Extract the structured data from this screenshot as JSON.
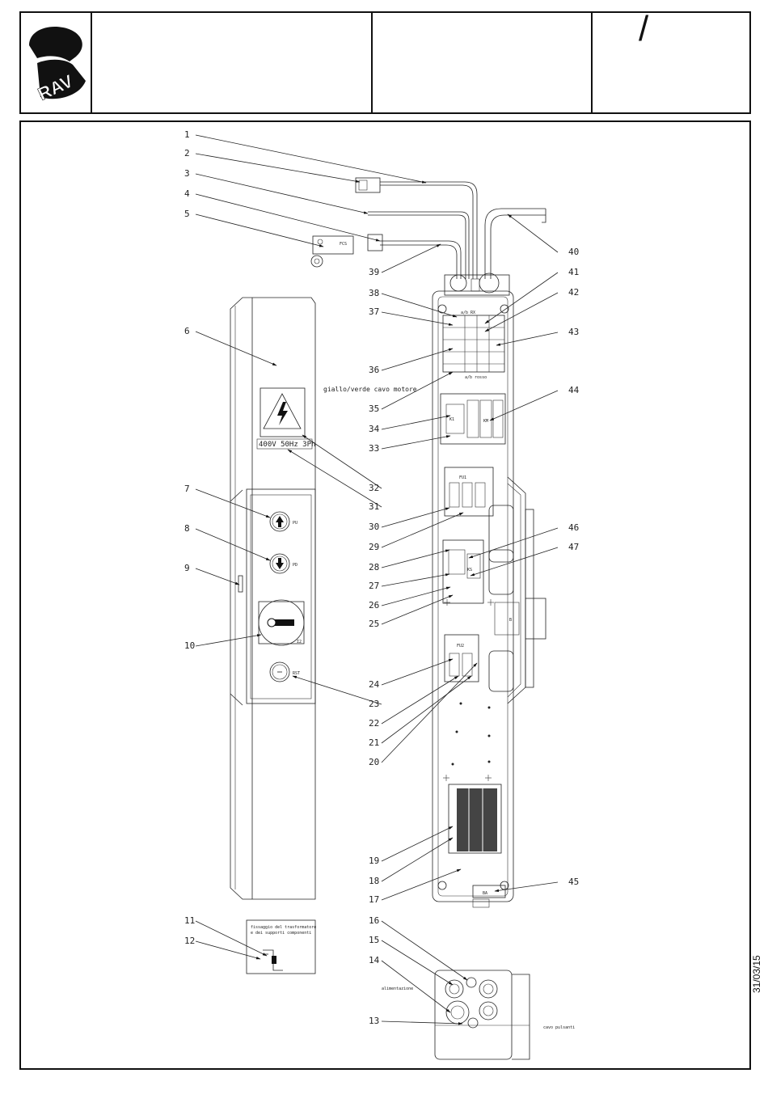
{
  "title_block": {
    "logo_text": "RAV",
    "revision_mark": "/"
  },
  "date": "31/03/15",
  "callouts": [
    "1",
    "2",
    "3",
    "4",
    "5",
    "6",
    "7",
    "8",
    "9",
    "10",
    "11",
    "12",
    "13",
    "14",
    "15",
    "16",
    "17",
    "18",
    "19",
    "20",
    "21",
    "22",
    "23",
    "24",
    "25",
    "26",
    "27",
    "28",
    "29",
    "30",
    "31",
    "32",
    "33",
    "34",
    "35",
    "36",
    "37",
    "38",
    "39",
    "40",
    "41",
    "42",
    "43",
    "44",
    "45",
    "46",
    "47"
  ],
  "labels": {
    "voltage_plate": "400V 50Hz 3Ph",
    "ground_wire": "giallo/verde cavo motore",
    "button_up": "PU",
    "button_down": "PD",
    "switch": "I2",
    "button_reset": "RST",
    "sensor": "FCS",
    "fuse_top": "FU1",
    "fuse_bottom": "FU2",
    "contactor": "K1",
    "km": "KM",
    "ks": "KS",
    "terminal_top": "a/b RX",
    "terminal_bottom": "a/b rosso",
    "transformer_note_1": "fissaggio del trasformatore",
    "transformer_note_2": "e dei supporti componenti",
    "power_inlet": "alimentazione",
    "push_cable": "cavo pulsanti",
    "bottom_tag": "BA",
    "side_tag": "B"
  }
}
